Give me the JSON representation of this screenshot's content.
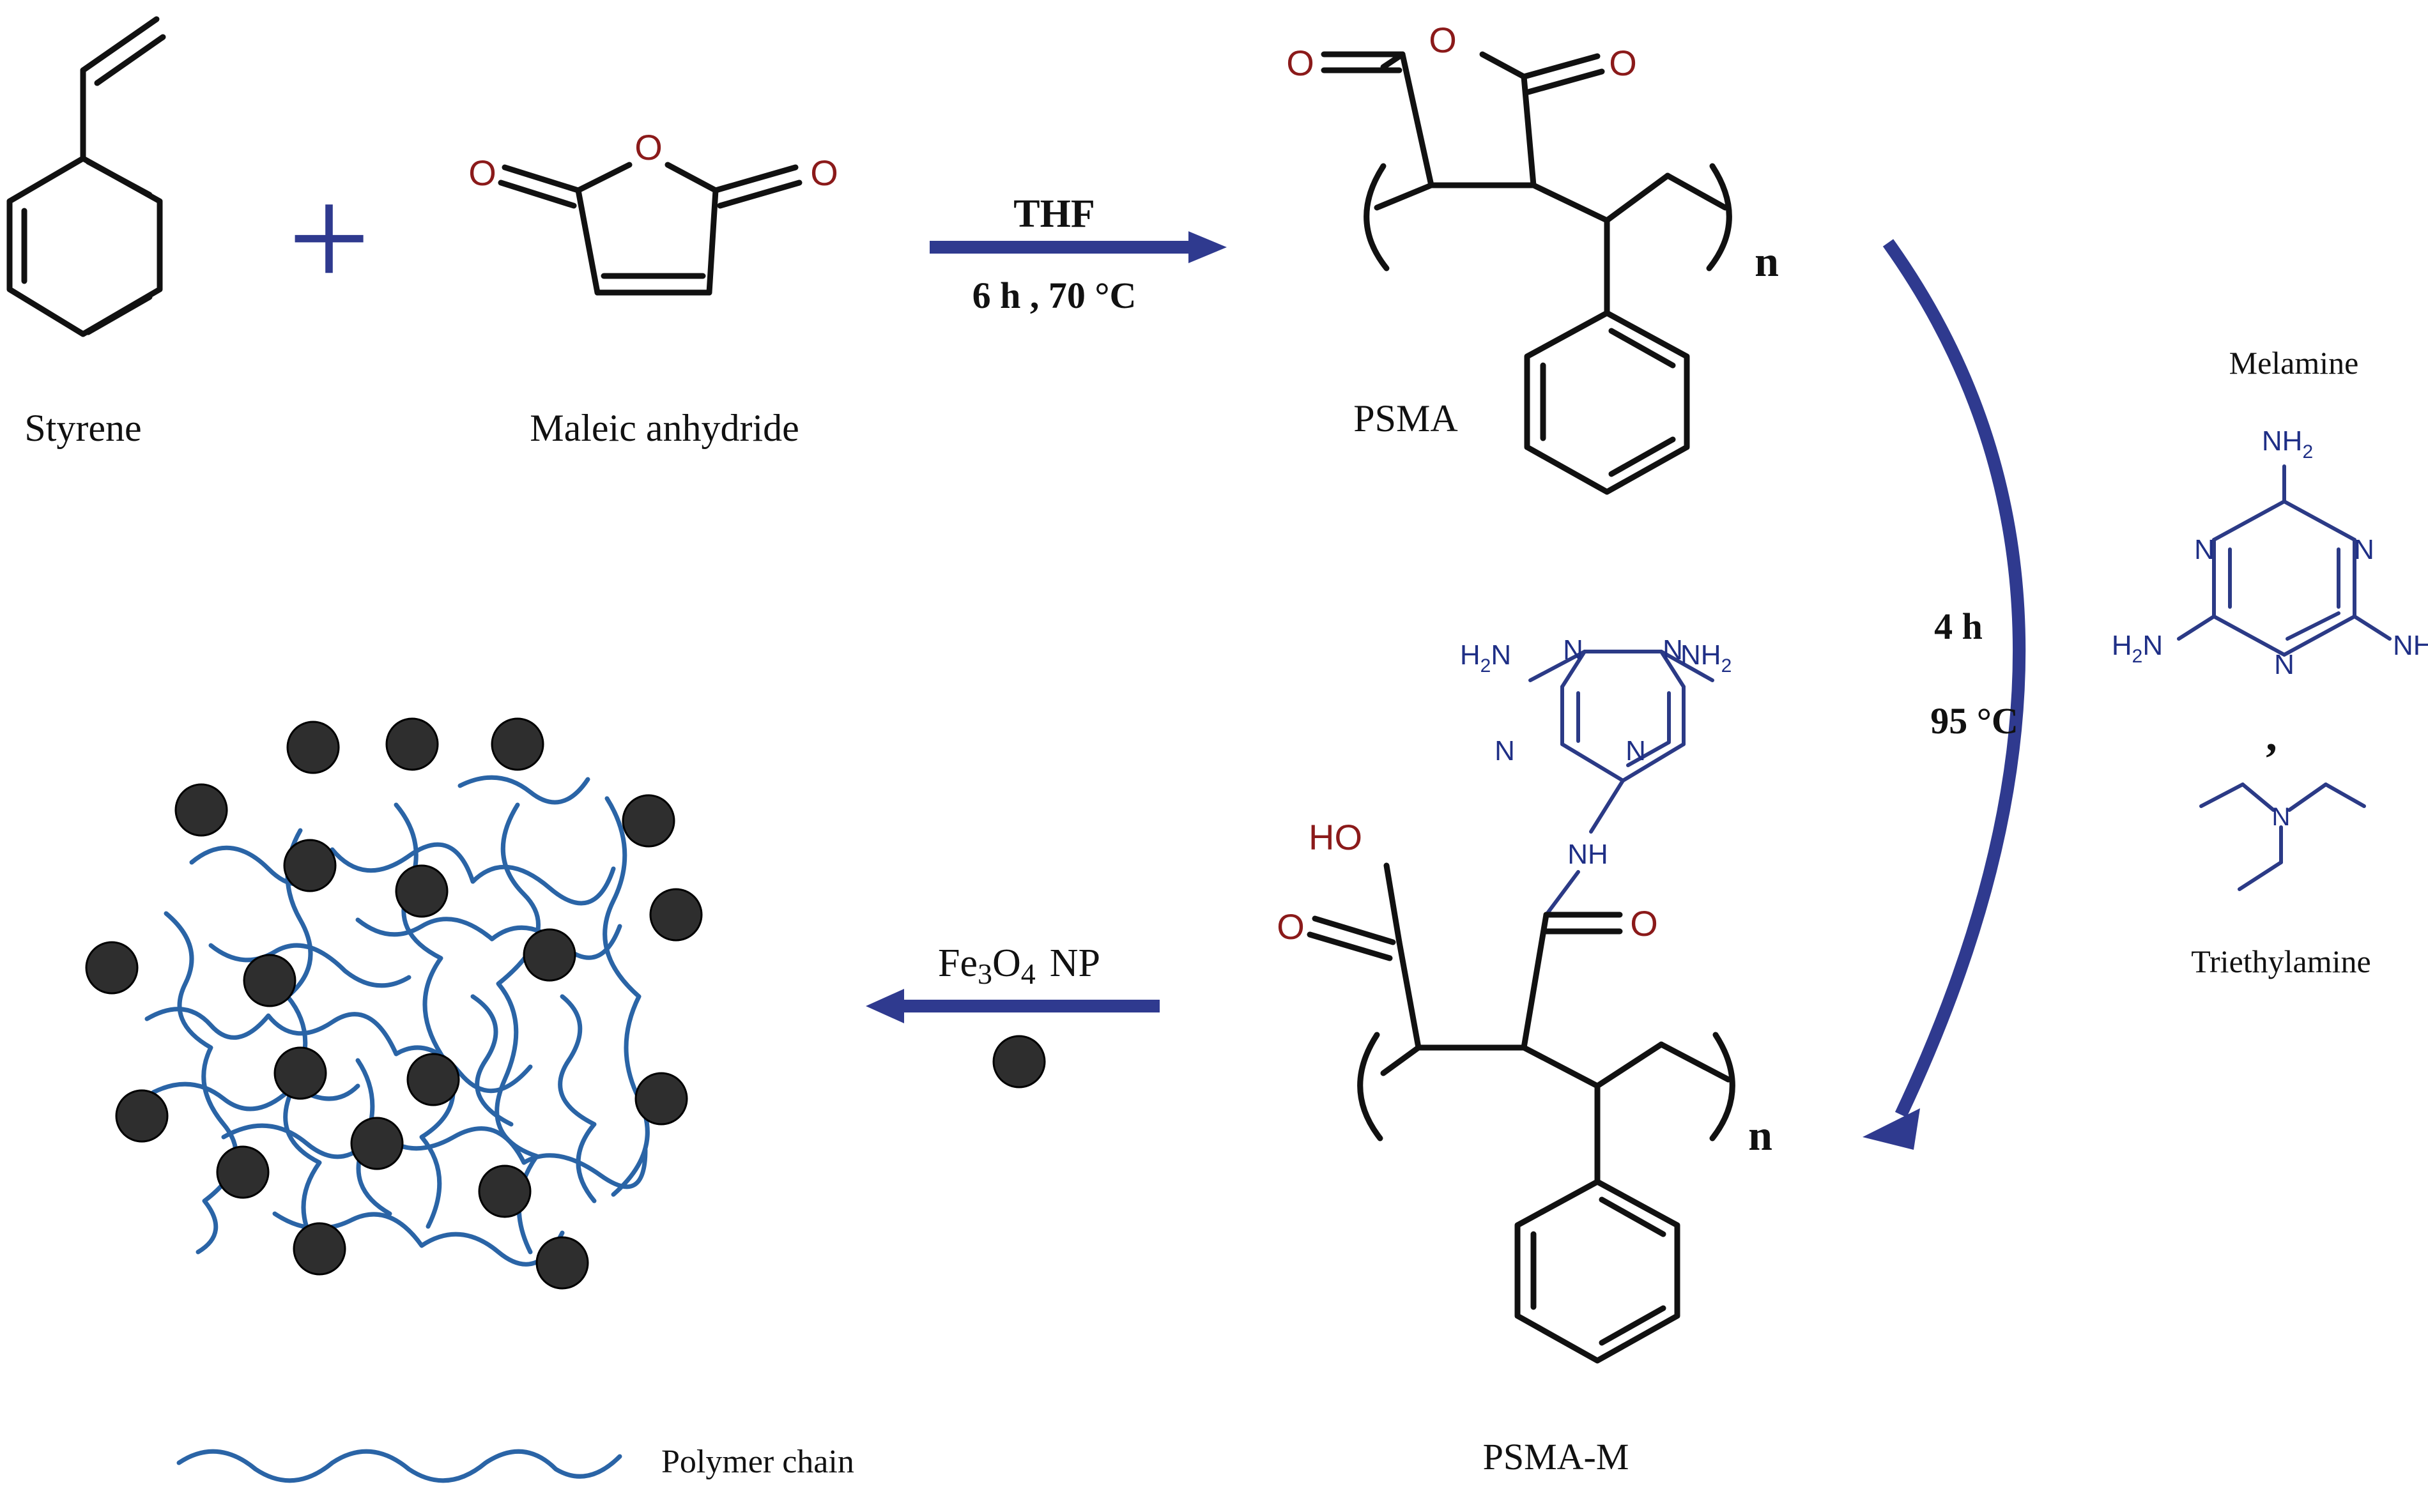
{
  "colors": {
    "bond": "#111111",
    "oxygen": "#8b1a1a",
    "nitrogen": "#1f2f86",
    "arrow": "#2f3a8f",
    "polymer_chain": "#2a64a6",
    "nanoparticle": "#333333"
  },
  "labels": {
    "styrene": "Styrene",
    "maleic_anhydride": "Maleic anhydride",
    "psma": "PSMA",
    "psma_m": "PSMA-M",
    "melamine": "Melamine",
    "triethylamine": "Triethylamine",
    "polymer_chain_legend": "Polymer chain"
  },
  "reaction1": {
    "solvent": "THF",
    "conditions": "6 h , 70 °C"
  },
  "reaction2": {
    "time": "4 h",
    "temperature": "95 °C",
    "separator": ","
  },
  "reaction3": {
    "reagent_prefix": "Fe",
    "reagent_sub1": "3",
    "reagent_mid": "O",
    "reagent_sub2": "4",
    "reagent_suffix": "NP"
  },
  "atoms": {
    "oxygen": "O",
    "nitrogen": "N",
    "hydroxyl": "HO",
    "nh": "NH",
    "nh2_n": "NH",
    "nh2_sub": "2",
    "h2n_h": "H",
    "h2n_sub": "2",
    "h2n_n": "N",
    "repeat_n": "n"
  },
  "plus_sign": "+"
}
